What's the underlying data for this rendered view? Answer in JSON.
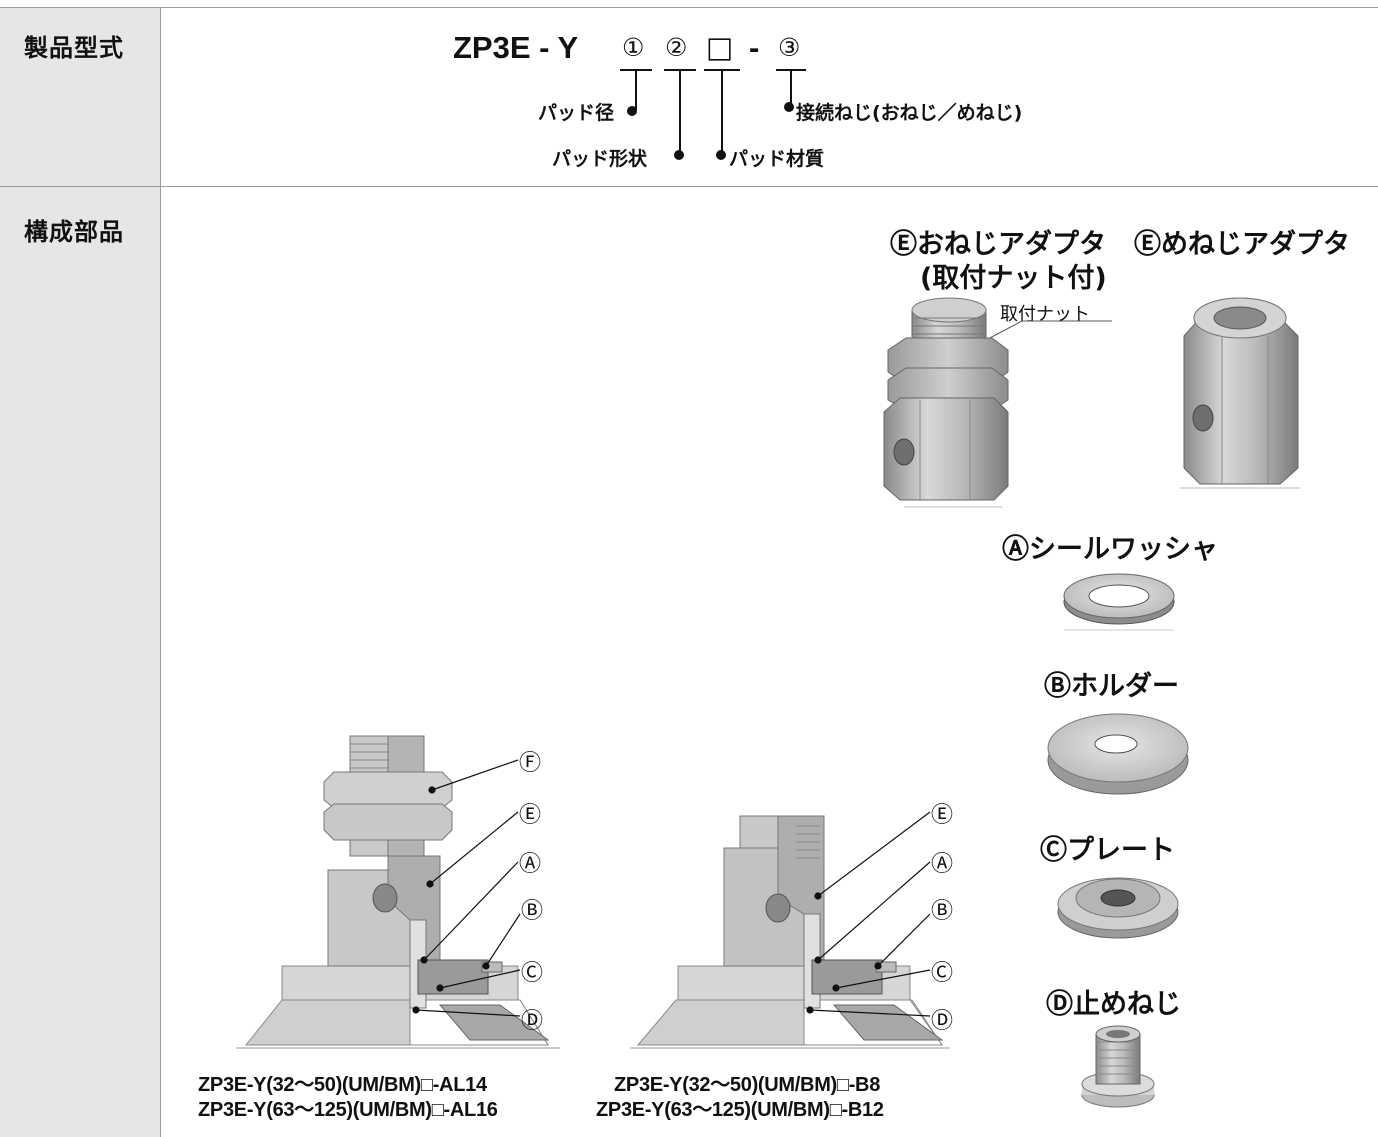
{
  "rows": [
    {
      "label": "製品型式"
    },
    {
      "label": "構成部品"
    }
  ],
  "model": {
    "prefix": "ZP3E - Y",
    "code1": "①",
    "code2": "②",
    "code_box": "□",
    "dash": "-",
    "code3": "③",
    "callouts": {
      "pad_diameter": "パッド径",
      "pad_shape": "パッド形状",
      "pad_material": "パッド材質",
      "connection_thread": "接続ねじ(おねじ／めねじ)"
    }
  },
  "parts": {
    "male_adapter_title": "Ⓔおねじアダプタ",
    "male_adapter_subtitle": "(取付ナット付)",
    "mounting_nut_label": "取付ナット",
    "female_adapter_title": "Ⓔめねじアダプタ",
    "seal_washer_title": "Ⓐシールワッシャ",
    "holder_title": "Ⓑホルダー",
    "plate_title": "Ⓒプレート",
    "set_screw_title": "Ⓓ止めねじ"
  },
  "assembly_left": {
    "marks": [
      "Ⓕ",
      "Ⓔ",
      "Ⓐ",
      "Ⓑ",
      "Ⓒ",
      "Ⓓ"
    ],
    "caption_line1": "ZP3E-Y(32〜50)(UM/BM)□-AL14",
    "caption_line2": "ZP3E-Y(63〜125)(UM/BM)□-AL16"
  },
  "assembly_right": {
    "marks": [
      "Ⓔ",
      "Ⓐ",
      "Ⓑ",
      "Ⓒ",
      "Ⓓ"
    ],
    "caption_line1": "ZP3E-Y(32〜50)(UM/BM)□-B8",
    "caption_line2": "ZP3E-Y(63〜125)(UM/BM)□-B12"
  }
}
